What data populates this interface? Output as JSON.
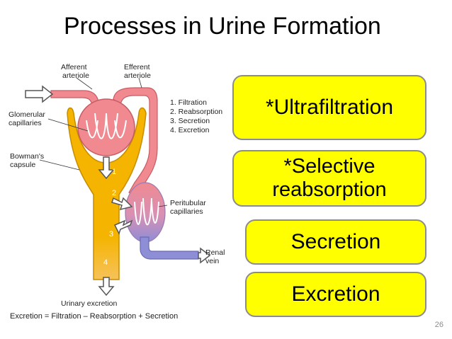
{
  "slide": {
    "title": "Processes in Urine Formation",
    "page_number": "26"
  },
  "boxes": {
    "ultrafiltration": "*Ultrafiltration",
    "selective_line1": "*Selective",
    "selective_line2": "reabsorption",
    "secretion": "Secretion",
    "excretion": "Excretion"
  },
  "diagram": {
    "labels": {
      "afferent_line1": "Afferent",
      "afferent_line2": "arteriole",
      "efferent_line1": "Efferent",
      "efferent_line2": "arteriole",
      "glomerular_line1": "Glomerular",
      "glomerular_line2": "capillaries",
      "bowmans_line1": "Bowman's",
      "bowmans_line2": "capsule",
      "peritubular_line1": "Peritubular",
      "peritubular_line2": "capillaries",
      "renal_line1": "Renal",
      "renal_line2": "vein",
      "urinary_excretion": "Urinary excretion",
      "equation": "Excretion = Filtration – Reabsorption + Secretion"
    },
    "process_list": [
      "1. Filtration",
      "2. Reabsorption",
      "3. Secretion",
      "4. Excretion"
    ],
    "step_numbers": [
      "1",
      "2",
      "3",
      "4"
    ],
    "colors": {
      "vessel": "#f08a90",
      "vessel_dark": "#c75c64",
      "tubule": "#f5b400",
      "tubule_dark": "#c78c00",
      "vein": "#8e8ed6",
      "box_fill": "#ffff00"
    }
  }
}
